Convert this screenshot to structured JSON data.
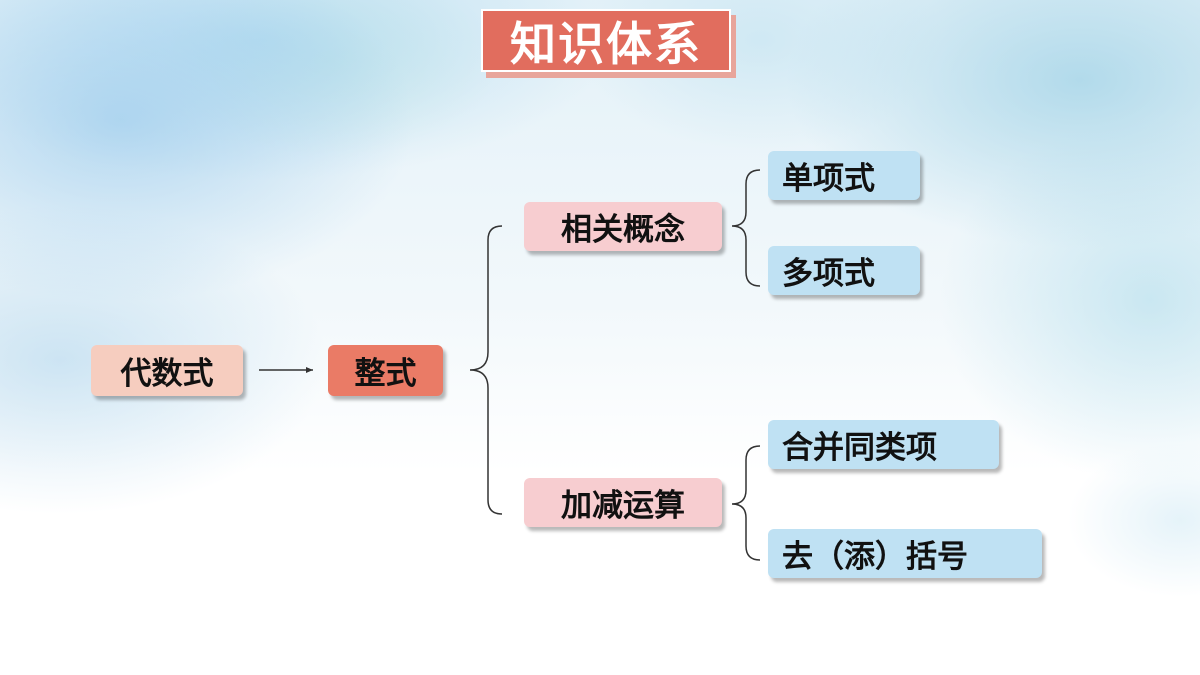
{
  "title": "知识体系",
  "nodes": {
    "root": "代数式",
    "main": "整式",
    "concepts": "相关概念",
    "operations": "加减运算",
    "monomial": "单项式",
    "polynomial": "多项式",
    "combine_like_terms": "合并同类项",
    "brackets": "去（添）括号"
  },
  "colors": {
    "title_bg": "#e16d5e",
    "root_bg": "#f6cdbf",
    "main_bg": "#ea7b66",
    "branch_bg": "#f7cdd0",
    "leaf_bg": "#bfe1f3"
  }
}
